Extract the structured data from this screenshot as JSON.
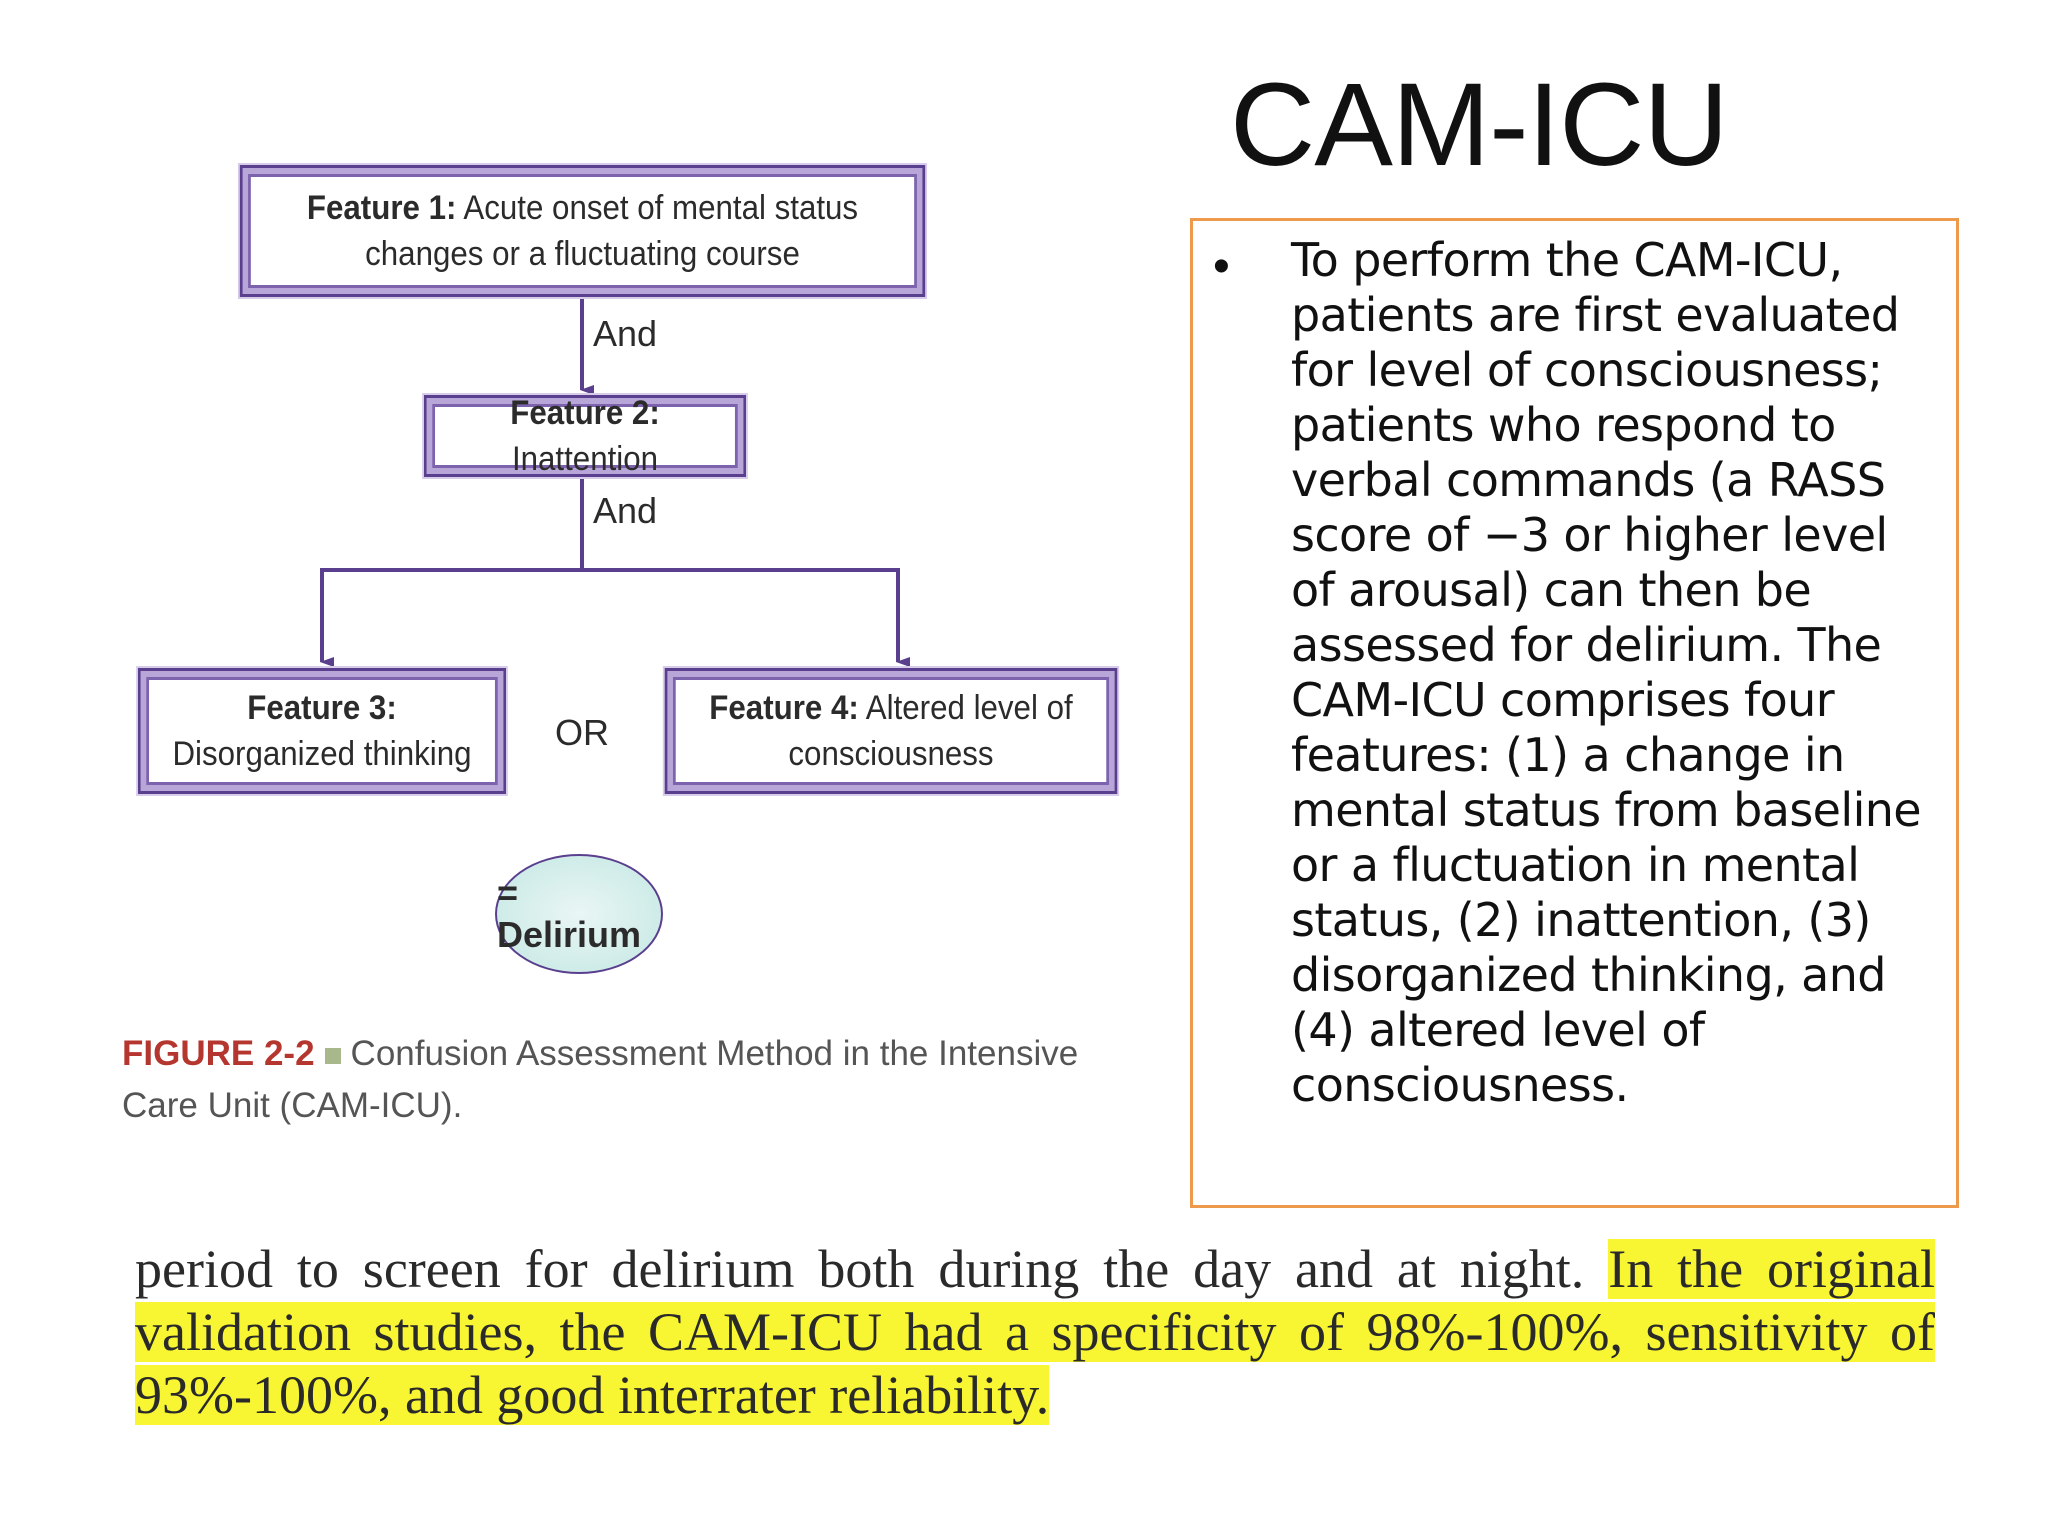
{
  "slide": {
    "title": "CAM-ICU"
  },
  "figure": {
    "feature1": {
      "label": "Feature 1:",
      "text": "Acute onset of mental status changes or a fluctuating course"
    },
    "and_label_1": "And",
    "feature2": {
      "label": "Feature 2:",
      "text": "Inattention"
    },
    "and_label_2": "And",
    "feature3": {
      "label": "Feature 3:",
      "text": "Disorganized thinking"
    },
    "or_label": "OR",
    "feature4": {
      "label": "Feature 4:",
      "text": "Altered level of consciousness"
    },
    "result": "= Delirium",
    "caption": {
      "number": "FIGURE 2-2",
      "text": "Confusion Assessment Method in the Intensive Care Unit (CAM-ICU)."
    },
    "colors": {
      "box_border": "#5a3f8f",
      "result_fill": "#cfece8",
      "caption_number": "#b5362e"
    }
  },
  "text_box": {
    "bullet": "•",
    "text": "To perform the CAM-ICU, patients are first evaluated for level of consciousness; patients who respond to verbal commands (a RASS score of −3 or higher level of arousal) can then be assessed for delirium. The CAM-ICU comprises four features: (1) a change in mental status from baseline or a fluctuation in mental status, (2) inattention, (3) disorganized thinking, and (4) altered level of consciousness.",
    "border_color": "#ee9a4d"
  },
  "excerpt": {
    "plain": "period to screen for delirium both during the day and at night. ",
    "highlighted": "In the original validation studies, the CAM-ICU had a specificity of 98%-100%, sensitivity of 93%-100%, and good interrater reliability.",
    "highlight_color": "#f8f532"
  }
}
